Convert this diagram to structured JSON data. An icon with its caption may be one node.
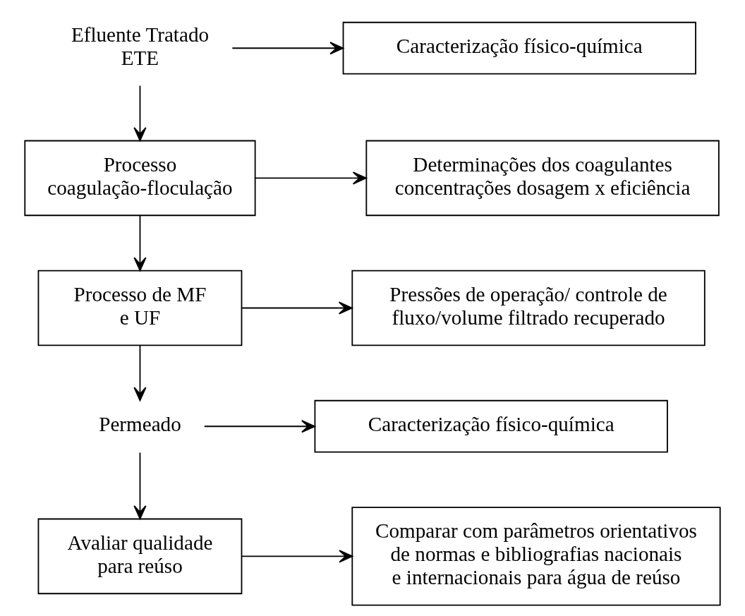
{
  "diagram": {
    "nodes": [
      {
        "text": [
          "Efluente Tratado ETE"
        ]
      },
      {
        "text": [
          "Caracterização físico-química"
        ]
      },
      {
        "text": [
          "Processo coagulação-floculação"
        ]
      },
      {
        "text": [
          "Determinações dos coagulantes concentrações dosagem x eficiência"
        ]
      },
      {
        "text": [
          "Processo de MF e UF"
        ]
      },
      {
        "text": [
          "Pressões de operação/ controle de fluxo/volume filtrado recuperado"
        ]
      },
      {
        "text": [
          "Permeado"
        ]
      },
      {
        "text": [
          "Caracterização físico-química"
        ]
      },
      {
        "text": [
          "Avaliar qualidade para reúso"
        ]
      },
      {
        "text": [
          "Comparar com parâmetros orientativos de normas e bibliografias nacionais e internacionais para água de reúso"
        ]
      }
    ],
    "edges": [
      {
        "from": 0,
        "to": 1,
        "arrow": "to"
      },
      {
        "from": 0,
        "to": 2,
        "arrow": "to"
      },
      {
        "from": 2,
        "to": 3,
        "arrow": "to"
      },
      {
        "from": 2,
        "to": 4,
        "arrow": "to"
      },
      {
        "from": 4,
        "to": 5,
        "arrow": "to"
      },
      {
        "from": 4,
        "to": 6,
        "arrow": "to"
      },
      {
        "from": 6,
        "to": 7,
        "arrow": "to"
      },
      {
        "from": 6,
        "to": 8,
        "arrow": "to"
      },
      {
        "from": 8,
        "to": 9,
        "arrow": "to"
      }
    ]
  }
}
